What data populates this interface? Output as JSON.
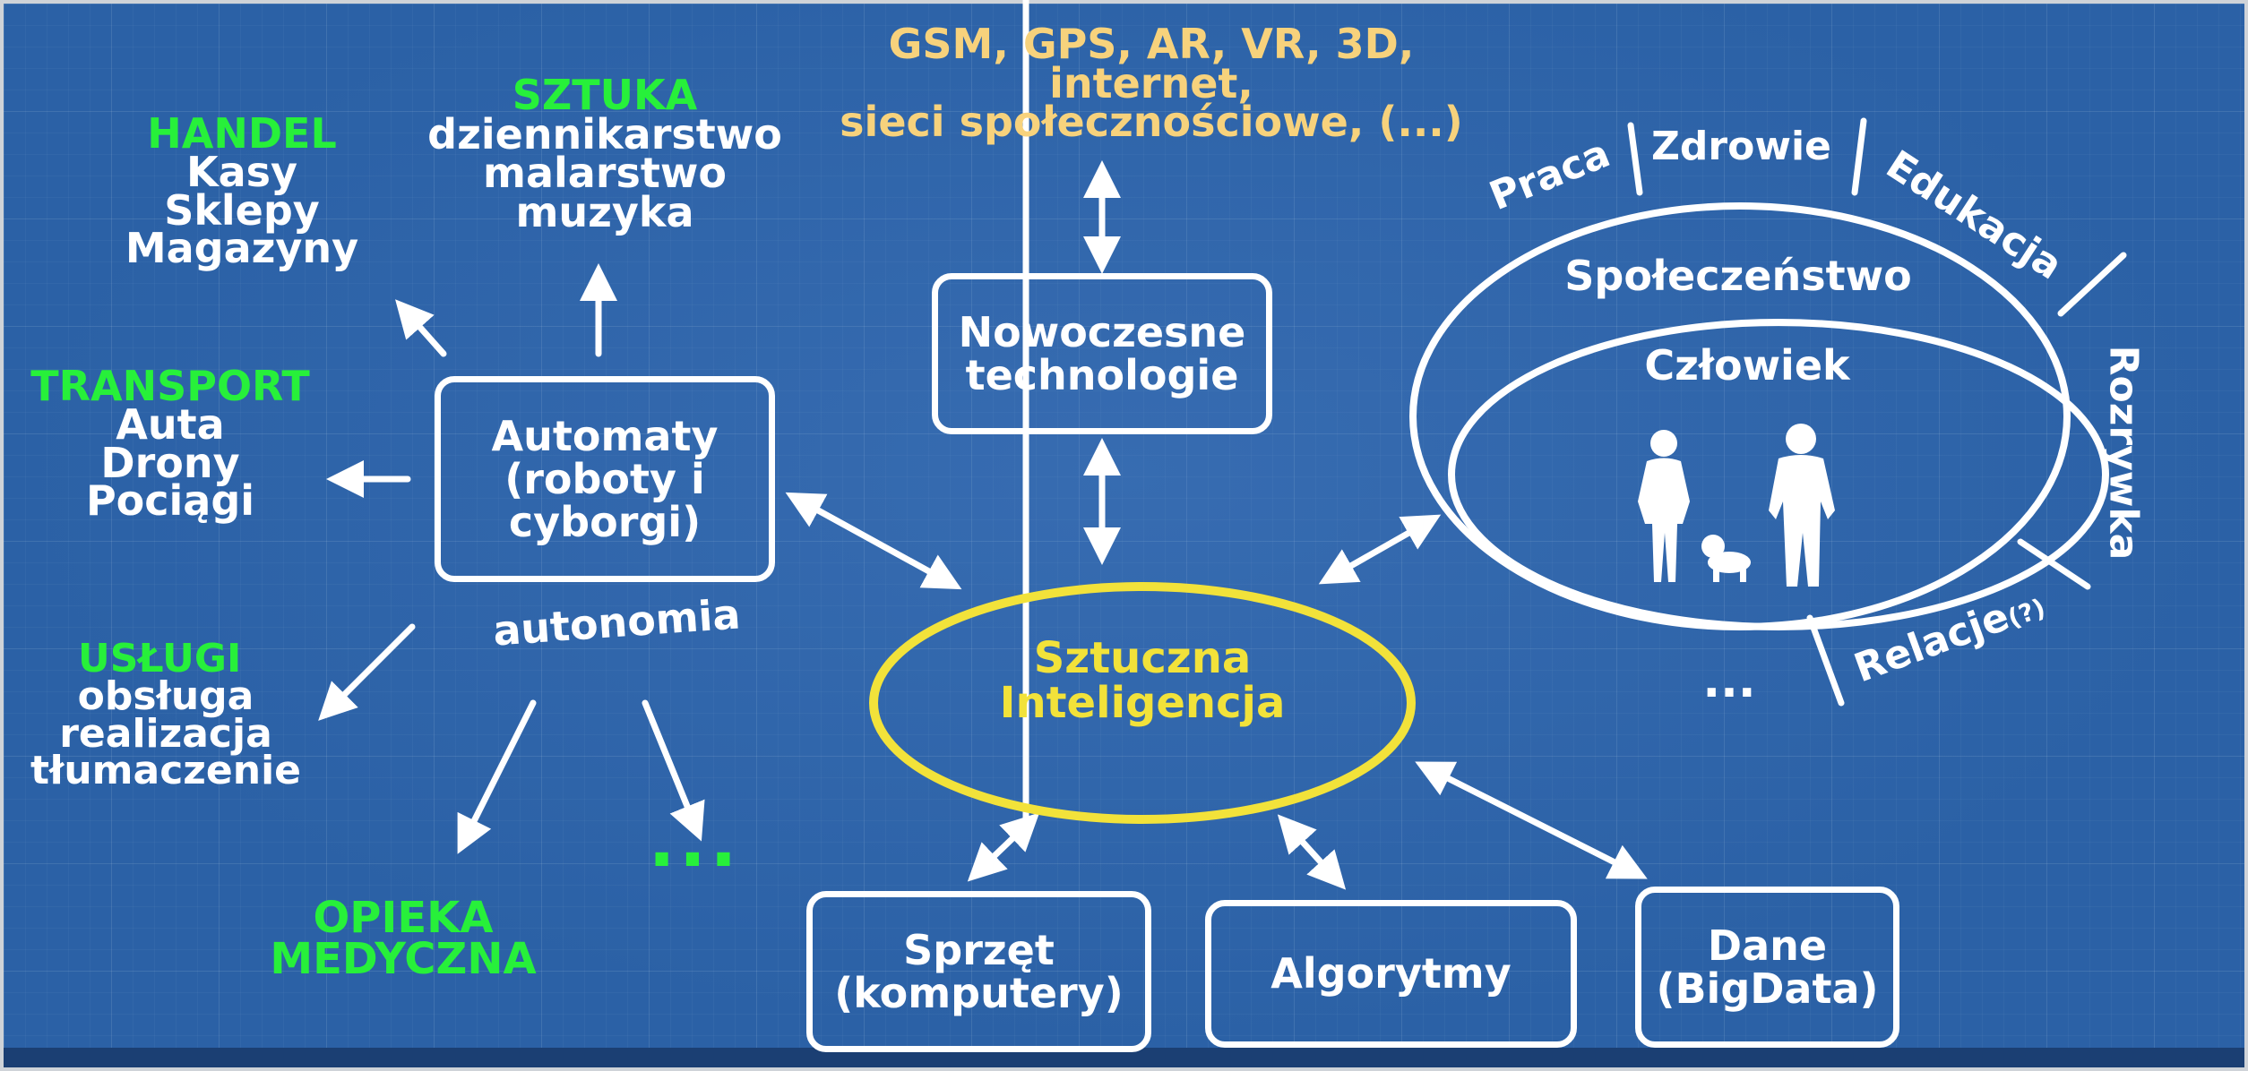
{
  "top_tech_label": {
    "line1": "GSM, GPS, AR, VR, 3D,",
    "line2": "internet,",
    "line3": "sieci społecznościowe, (...)"
  },
  "handel": {
    "title": "HANDEL",
    "items": [
      "Kasy",
      "Sklepy",
      "Magazyny"
    ]
  },
  "sztuka": {
    "title": "SZTUKA",
    "items": [
      "dziennikarstwo",
      "malarstwo",
      "muzyka"
    ]
  },
  "transport": {
    "title": "TRANSPORT",
    "items": [
      "Auta",
      "Drony",
      "Pociągi"
    ]
  },
  "uslugi": {
    "title": "USŁUGI",
    "items": [
      "obsługa",
      "realizacja",
      "tłumaczenie"
    ]
  },
  "opieka": {
    "line1": "OPIEKA",
    "line2": "MEDYCZNA"
  },
  "automaty_dots": "...",
  "automaty_box": {
    "line1": "Automaty",
    "line2": "(roboty i",
    "line3": "cyborgi)"
  },
  "autonomia": "autonomia",
  "tech_box": {
    "line1": "Nowoczesne",
    "line2": "technologie"
  },
  "ai": {
    "line1": "Sztuczna",
    "line2": "Inteligencja"
  },
  "society": {
    "outer": "Społeczeństwo",
    "inner": "Człowiek",
    "sectors": [
      "Praca",
      "Zdrowie",
      "Edukacja",
      "Rozrywka"
    ],
    "relacje": "Relacje",
    "relacje_q": "(?)",
    "more": "..."
  },
  "bottom_boxes": {
    "hardware": {
      "line1": "Sprzęt",
      "line2": "(komputery)"
    },
    "algorithms": "Algorytmy",
    "data": {
      "line1": "Dane",
      "line2": "(BigData)"
    }
  },
  "colors": {
    "background": "#2b61a6",
    "green": "#27f03a",
    "yellow": "#f2e23a",
    "orange": "#f7d27c",
    "white": "#ffffff"
  }
}
